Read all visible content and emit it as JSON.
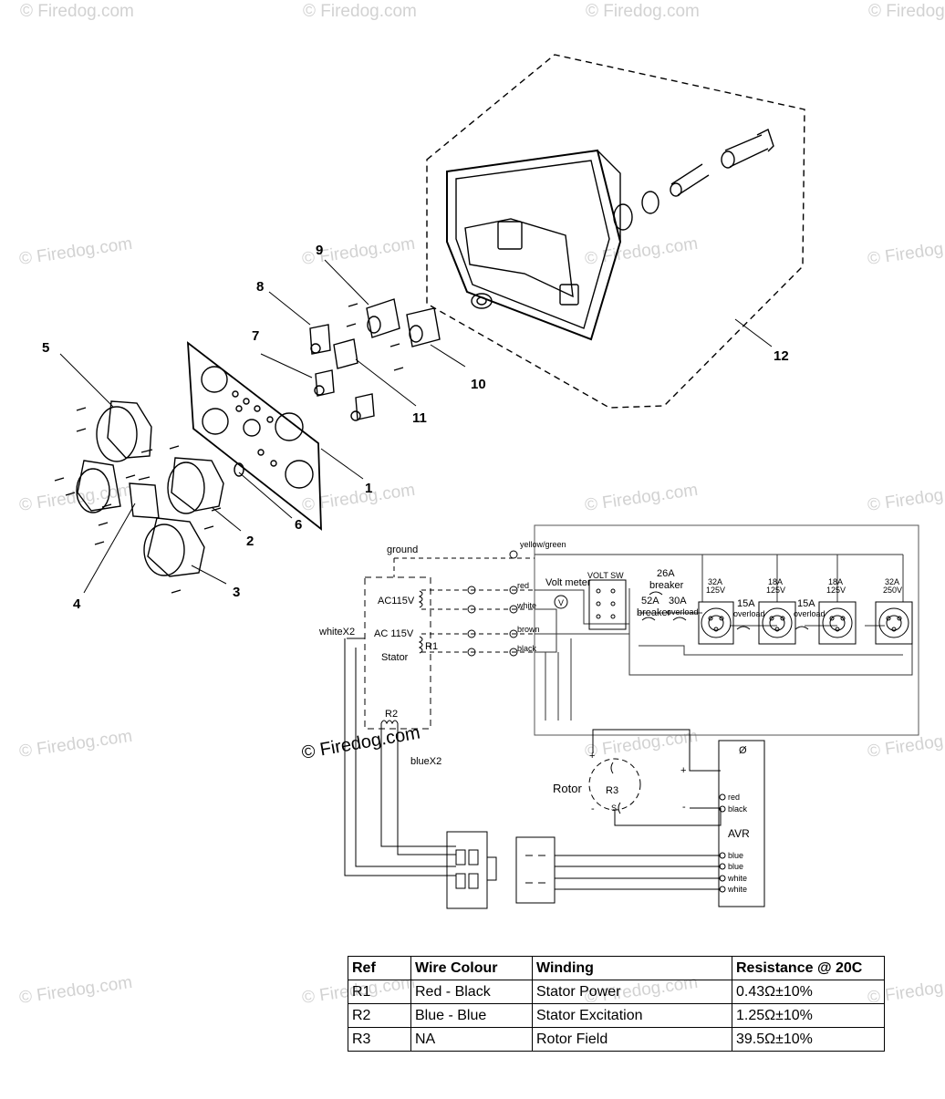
{
  "watermark": "© Firedog.com",
  "callouts": [
    "1",
    "2",
    "3",
    "4",
    "5",
    "6",
    "7",
    "8",
    "9",
    "10",
    "11",
    "12"
  ],
  "wiring": {
    "left_labels": {
      "ground": "ground",
      "ac115_top": "AC115V",
      "ac115_bottom": "AC 115V",
      "r1": "R1",
      "stator": "Stator",
      "whitex2": "whiteX2",
      "r2": "R2",
      "bluex2": "blueX2"
    },
    "wire_labels": [
      "yellow/green",
      "red",
      "white",
      "brown",
      "black"
    ],
    "panel_labels": {
      "volt_meter": "Volt meter",
      "volt_sw": "VOLT SW",
      "v": "V",
      "breaker_26a_top": "26A",
      "breaker_26a_bottom": "breaker",
      "breaker_52a_top": "52A",
      "breaker_52a_bottom": "breaker",
      "overload_30a_top": "30A",
      "overload_30a_bottom": "overload"
    },
    "receptacles": [
      {
        "amp": "32A",
        "volt": "125V"
      },
      {
        "amp": "18A",
        "volt": "125V"
      },
      {
        "amp": "18A",
        "volt": "125V"
      },
      {
        "amp": "32A",
        "volt": "250V"
      }
    ],
    "overloads": [
      {
        "top": "15A",
        "bottom": "overload"
      },
      {
        "top": "15A",
        "bottom": "overload"
      }
    ],
    "rotor_labels": {
      "rotor": "Rotor",
      "r3": "R3",
      "plus": "+",
      "minus": "-",
      "s": "S"
    },
    "avr": {
      "symbol": "Ø",
      "title": "AVR",
      "terminals": [
        "red",
        "black",
        "blue",
        "blue",
        "white",
        "white"
      ],
      "plus": "+",
      "minus": "-"
    }
  },
  "resistance_table": {
    "headers": [
      "Ref",
      "Wire Colour",
      "Winding",
      "Resistance @ 20C"
    ],
    "rows": [
      [
        "R1",
        "Red - Black",
        "Stator Power",
        "0.43Ω±10%"
      ],
      [
        "R2",
        "Blue - Blue",
        "Stator Excitation",
        "1.25Ω±10%"
      ],
      [
        "R3",
        "NA",
        "Rotor Field",
        "39.5Ω±10%"
      ]
    ]
  }
}
